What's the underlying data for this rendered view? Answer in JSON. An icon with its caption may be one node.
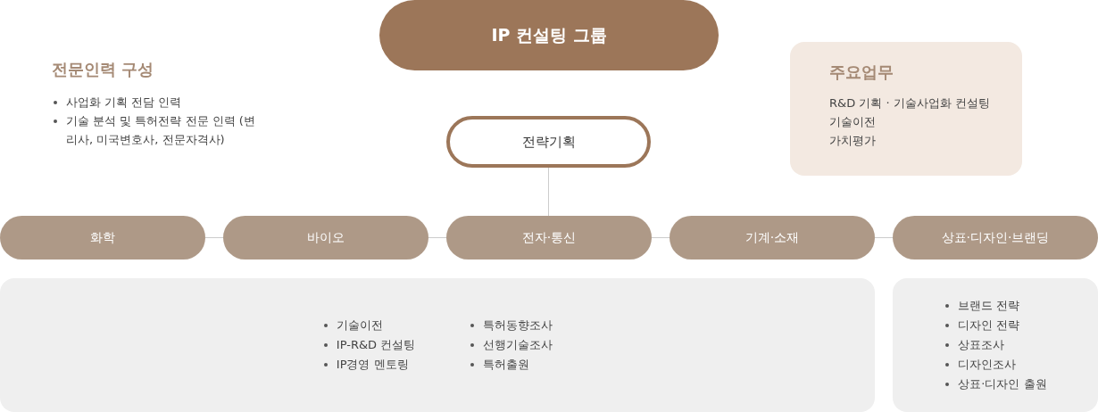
{
  "diagram": {
    "nodes": [
      {
        "text": [
          "IP 컨설팅 그룹"
        ]
      },
      {
        "text": [
          "주요업무",
          "R&D 기획 · 기술사업화 컨설팅",
          "기술이전",
          "가치평가"
        ]
      },
      {
        "text": [
          "전략기획"
        ]
      },
      {
        "text": [
          "화학"
        ]
      },
      {
        "text": [
          "바이오"
        ]
      },
      {
        "text": [
          "전자·통신"
        ]
      },
      {
        "text": [
          "기계·소재"
        ]
      },
      {
        "text": [
          "상표·디자인·브랜딩"
        ]
      },
      {
        "text": [
          "기술이전",
          "IP-R&D 컨설팅",
          "IP경영 멘토링",
          "특허동향조사",
          "선행기술조사",
          "특허출원"
        ]
      },
      {
        "text": [
          "브랜드 전략",
          "디자인 전략",
          "상표조사",
          "디자인조사",
          "상표·디자인 출원"
        ]
      }
    ],
    "edges": [
      {
        "from": 2,
        "to": 5,
        "arrow": "none"
      },
      {
        "from": 3,
        "to": 4,
        "arrow": "none"
      },
      {
        "from": 4,
        "to": 5,
        "arrow": "none"
      },
      {
        "from": 5,
        "to": 6,
        "arrow": "none"
      },
      {
        "from": 6,
        "to": 7,
        "arrow": "none"
      }
    ],
    "labels": [
      "전문인력 구성",
      "사업화 기획 전담 인력",
      "기술 분석 및 특허전략 전문 인력 (변리사, 미국변호사, 전문자격사)"
    ]
  }
}
